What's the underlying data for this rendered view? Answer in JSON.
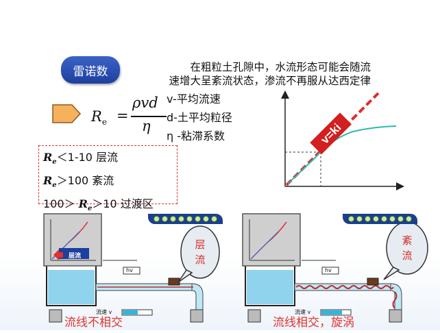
{
  "title": "雷诺数",
  "intro": {
    "line1": "在粗粒土孔隙中，水流形态可能会随流",
    "line2": "速增大呈紊流状态，渗流不再服从达西定律"
  },
  "formula": {
    "lhs_symbol": "R",
    "lhs_sub": "e",
    "equals": "=",
    "numerator": "ρvd",
    "denominator": "η"
  },
  "variables": [
    "v-平均流速",
    "d-土平均粒径",
    "η -粘滞系数"
  ],
  "reynolds_ranges": [
    {
      "symbol": "R",
      "sub": "e",
      "prefix": "",
      "text": "＜1-10 层流"
    },
    {
      "symbol": "R",
      "sub": "e",
      "prefix": "",
      "text": "＞100 紊流"
    },
    {
      "symbol": "R",
      "sub": "e",
      "prefix": "100＞ ",
      "text": "＞10 过渡区"
    }
  ],
  "graph": {
    "line_label": "v=ki",
    "line_color": "#e02b2b",
    "curve_color": "#2bb8b0"
  },
  "panels": {
    "left": {
      "caption": "流线不相交",
      "bubble": [
        "层",
        "流"
      ],
      "flow_label": "层流",
      "speed_label": "流速 v",
      "hv_label": "hv"
    },
    "right": {
      "caption": "流线相交，旋涡",
      "bubble": [
        "紊",
        "流"
      ],
      "speed_label": "流速 v",
      "hv_label": "hv"
    }
  },
  "colors": {
    "accent_blue": "#1d3f9e",
    "warning_red": "#e0342c",
    "water": "#8fd3ec"
  }
}
